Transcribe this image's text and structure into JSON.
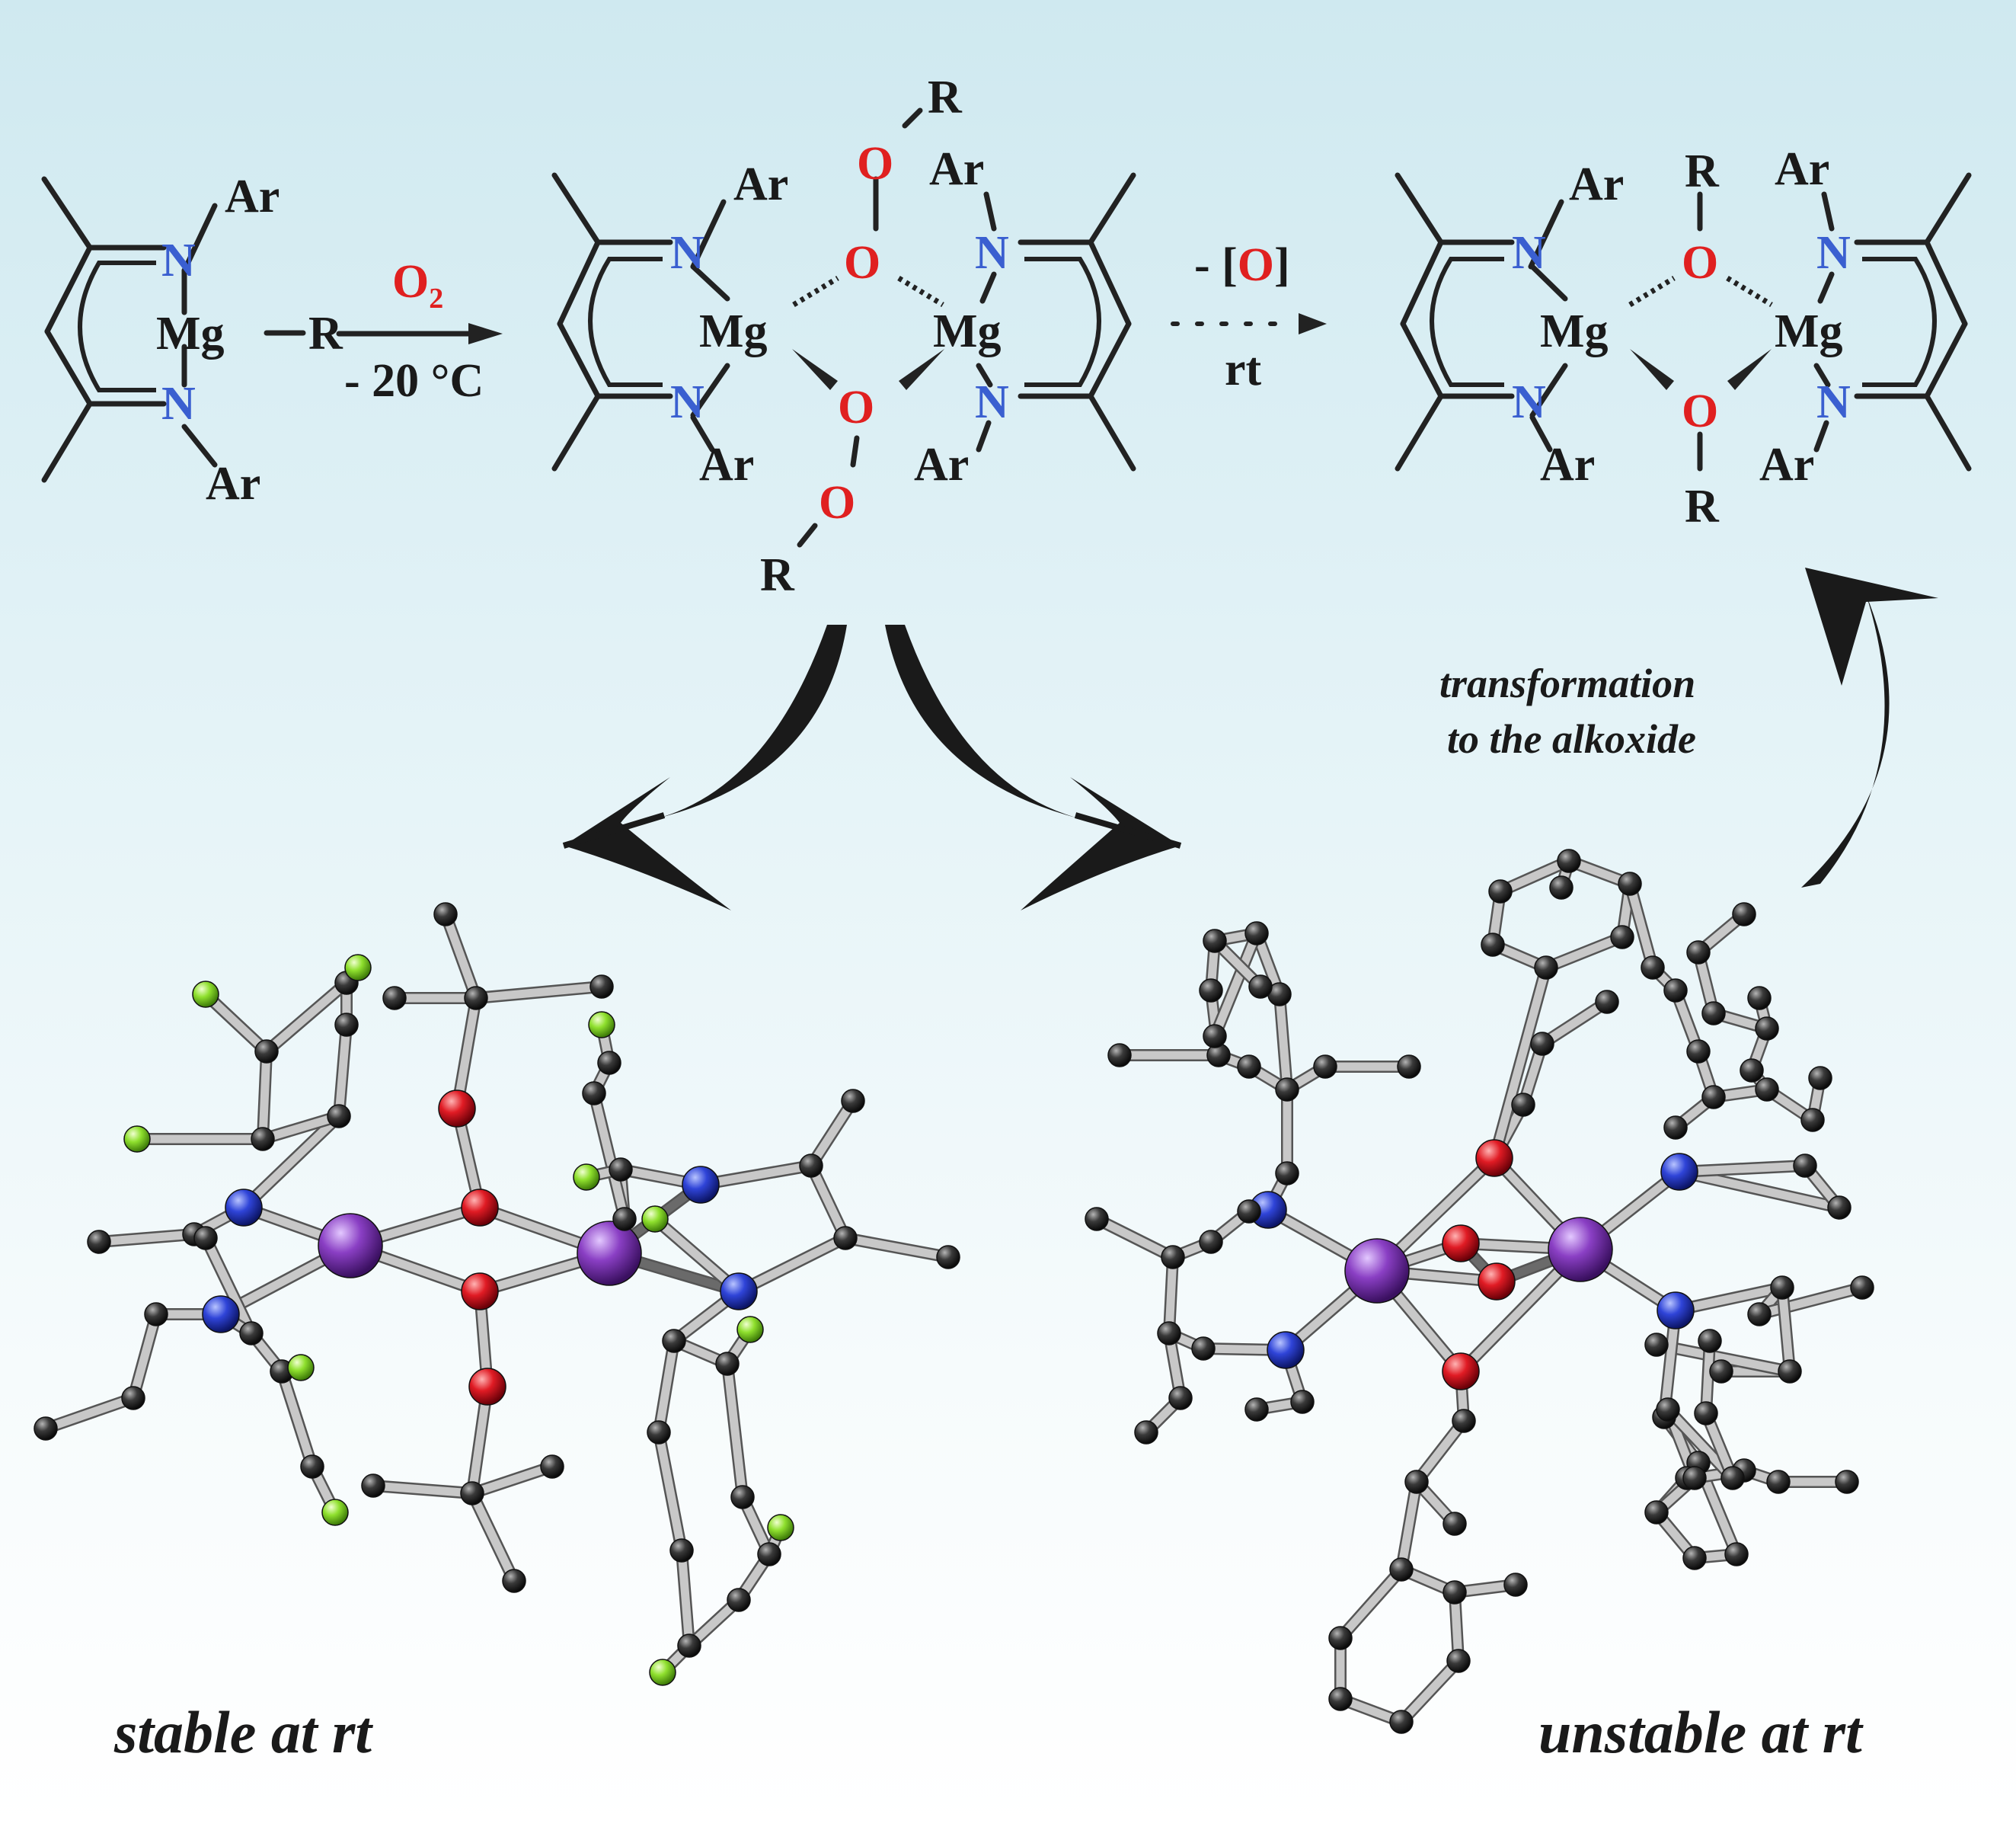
{
  "labels": {
    "ar": "Ar",
    "n": "N",
    "mg": "Mg",
    "r": "R",
    "o": "O",
    "o2_reagent": "O",
    "o2_subscript": "2",
    "cond1": "- 20 °C",
    "lost_o_prefix": "- [",
    "lost_o": "O",
    "lost_o_suffix": "]",
    "cond2": "rt",
    "note_line1": "transformation",
    "note_line2": "to the alkoxide",
    "caption_left": "stable at rt",
    "caption_right": "unstable at rt"
  },
  "atom_colors": {
    "mg": "#8a3fc4",
    "o": "#e01b24",
    "n": "#2f44d8",
    "c": "#3a3a3a",
    "f": "#8fe02e",
    "bond": "#c8c8c8",
    "bond_dark": "#6a6a6a"
  }
}
